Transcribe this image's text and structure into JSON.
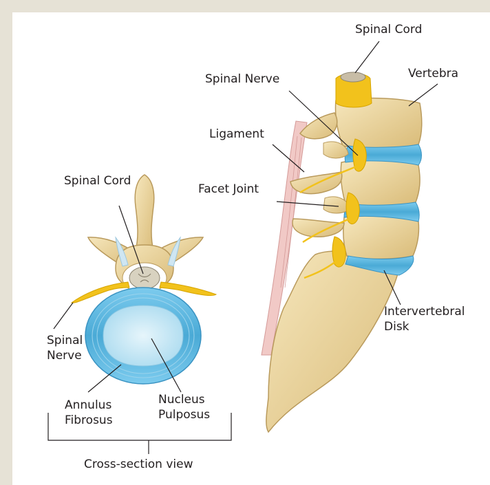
{
  "labels": {
    "spinal_cord_top": "Spinal Cord",
    "vertebra": "Vertebra",
    "spinal_nerve_top": "Spinal Nerve",
    "ligament": "Ligament",
    "facet_joint": "Facet Joint",
    "intervertebral_disk": [
      "Intervertebral",
      "Disk"
    ],
    "spinal_cord_cross": "Spinal Cord",
    "spinal_nerve_cross": [
      "Spinal",
      "Nerve"
    ],
    "annulus_fibrosus": [
      "Annulus",
      "Fibrosus"
    ],
    "nucleus_pulposus": [
      "Nucleus",
      "Pulposus"
    ],
    "cross_section_view": "Cross-section view"
  },
  "colors": {
    "frame": "#e6e2d6",
    "panel": "#ffffff",
    "bone": "#e9d39a",
    "bone_shade": "#c9ab68",
    "disk": "#5bb5dd",
    "disk_light": "#d6eef8",
    "nerve": "#f2c21c",
    "ligament": "#e8b3b3",
    "line": "#231f20"
  }
}
